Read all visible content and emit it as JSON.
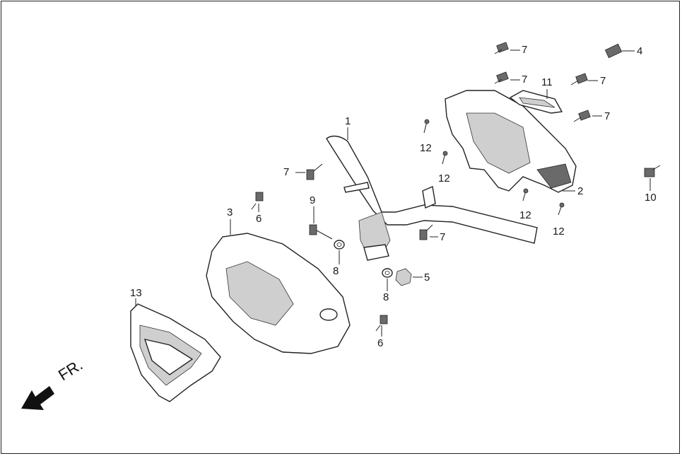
{
  "diagram": {
    "direction_label": "FR.",
    "callouts": {
      "c1": "1",
      "c2": "2",
      "c3": "3",
      "c4": "4",
      "c5": "5",
      "c6a": "6",
      "c6b": "6",
      "c7a": "7",
      "c7b": "7",
      "c7c": "7",
      "c7d": "7",
      "c7e": "7",
      "c7f": "7",
      "c8a": "8",
      "c8b": "8",
      "c9": "9",
      "c10": "10",
      "c11": "11",
      "c12a": "12",
      "c12b": "12",
      "c12c": "12",
      "c12d": "12",
      "c13": "13"
    },
    "colors": {
      "line": "#222222",
      "shade": "#cfcfcf",
      "dark": "#6a6a6a",
      "background": "#ffffff"
    }
  }
}
